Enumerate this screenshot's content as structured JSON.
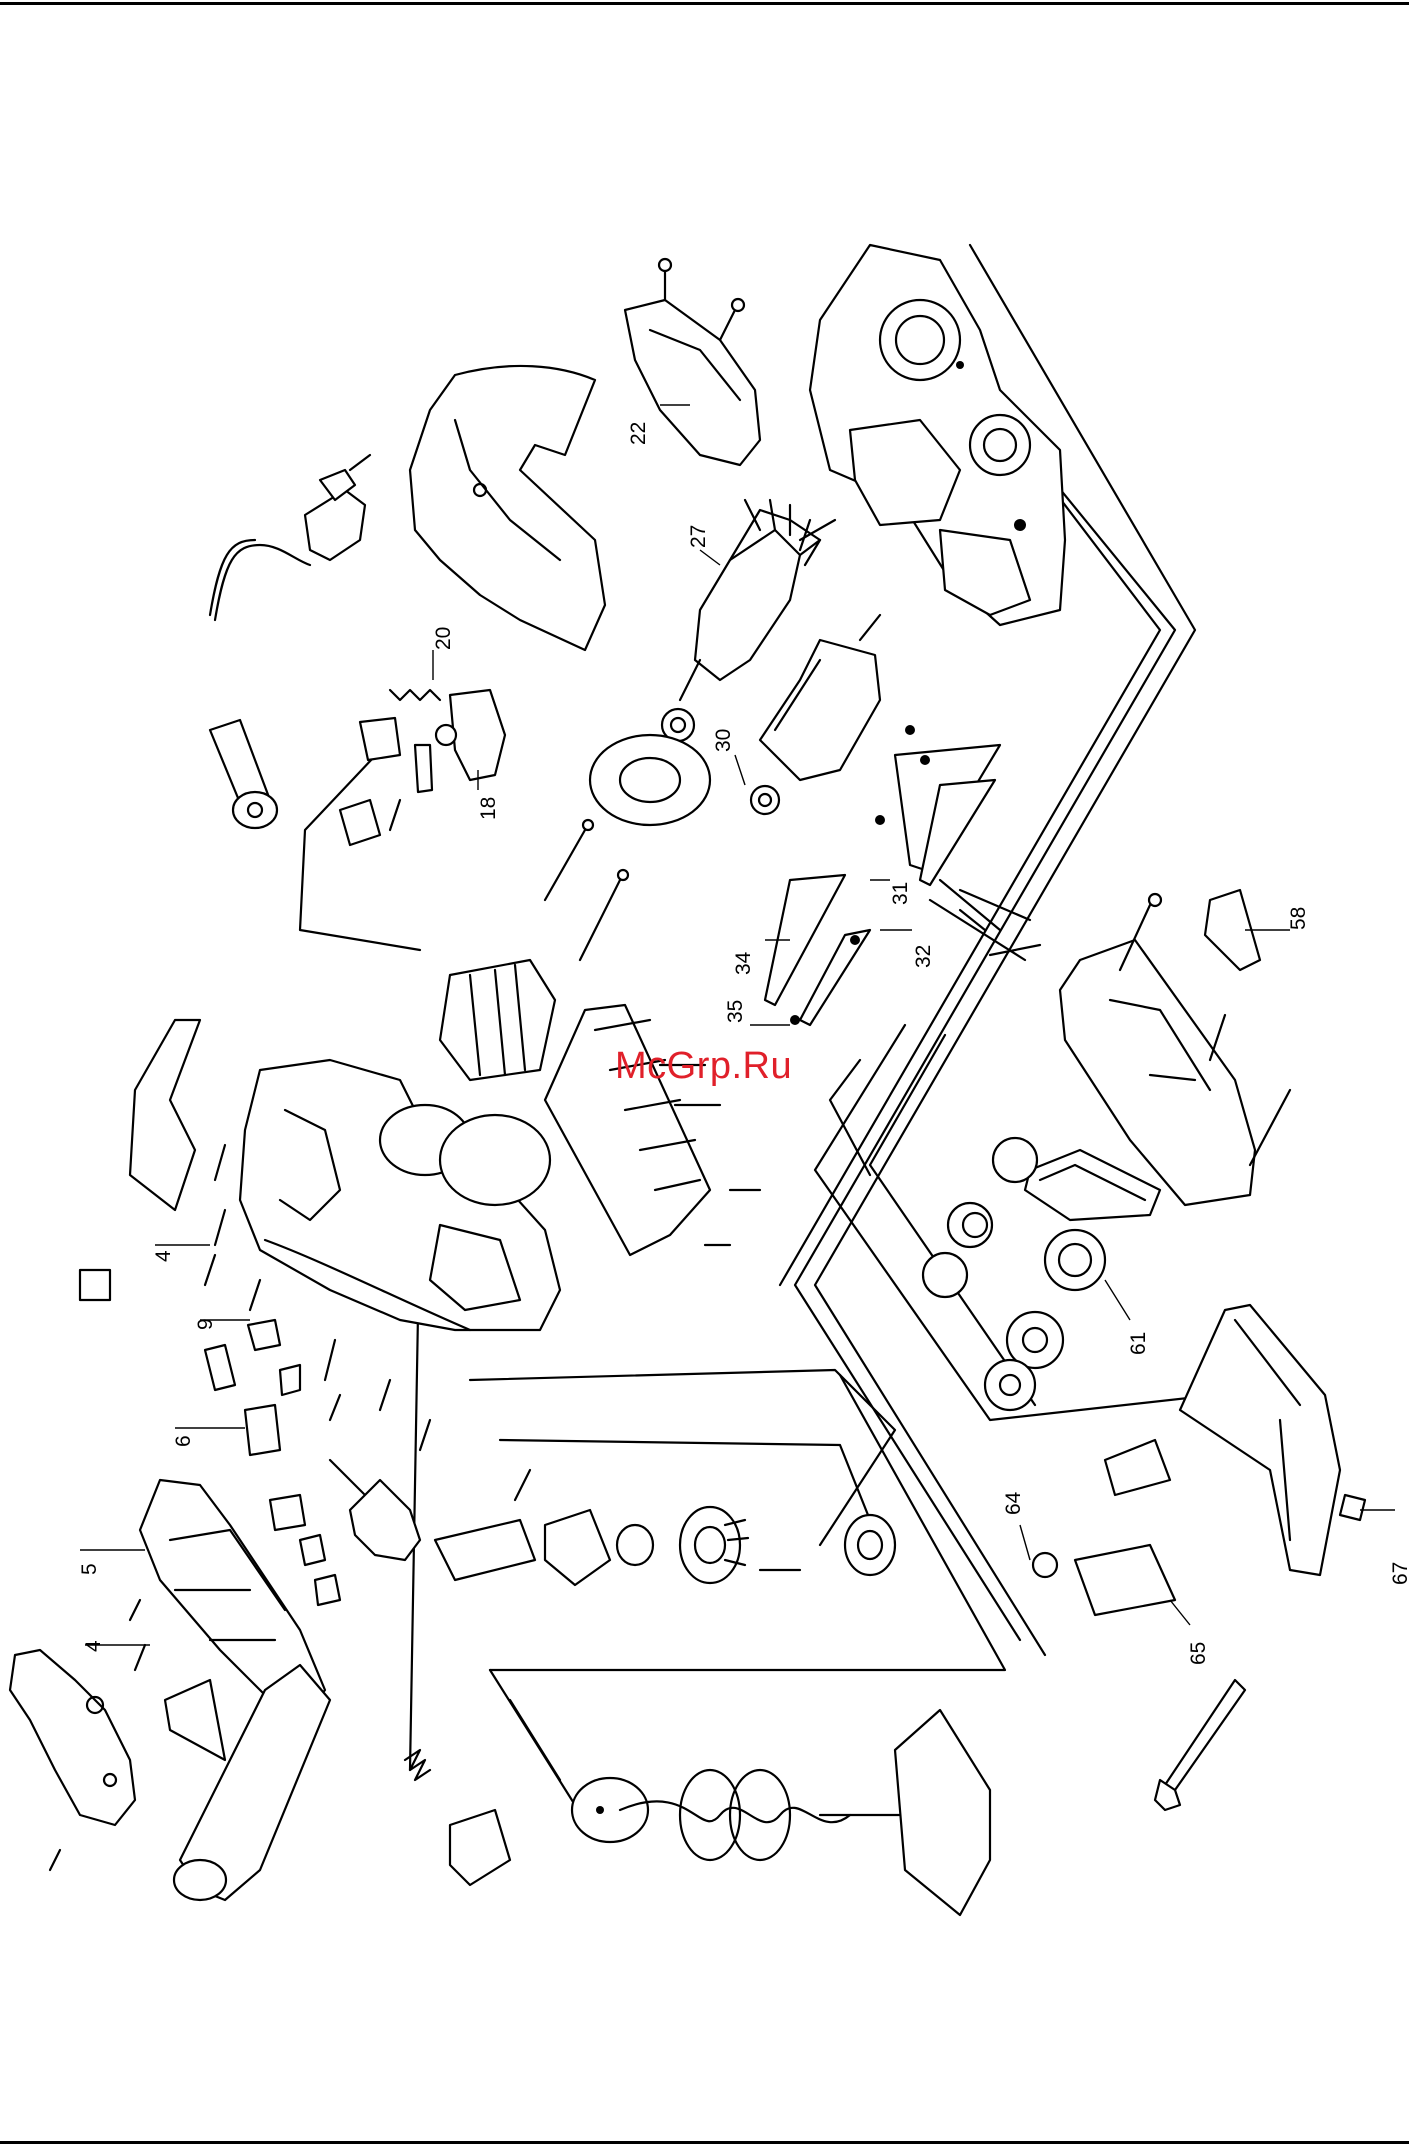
{
  "watermark": "McGrp.Ru",
  "part_labels": [
    "4",
    "4",
    "5",
    "6",
    "9",
    "18",
    "20",
    "22",
    "27",
    "30",
    "31",
    "32",
    "34",
    "35",
    "58",
    "61",
    "64",
    "65",
    "67"
  ]
}
